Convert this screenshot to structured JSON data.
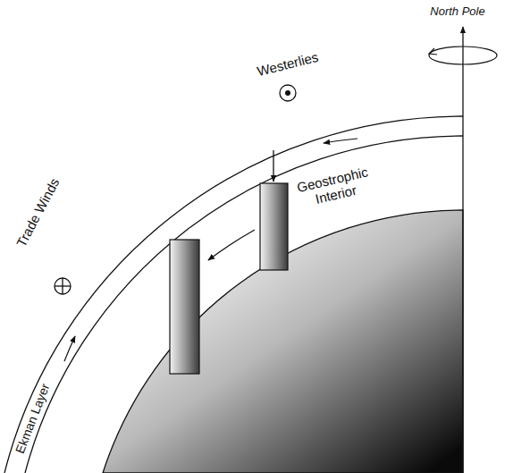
{
  "diagram": {
    "labels": [
      "North Pole",
      "Westerlies",
      "Trade Winds",
      "Geostrophic Interior",
      "Ekman Layer"
    ]
  }
}
